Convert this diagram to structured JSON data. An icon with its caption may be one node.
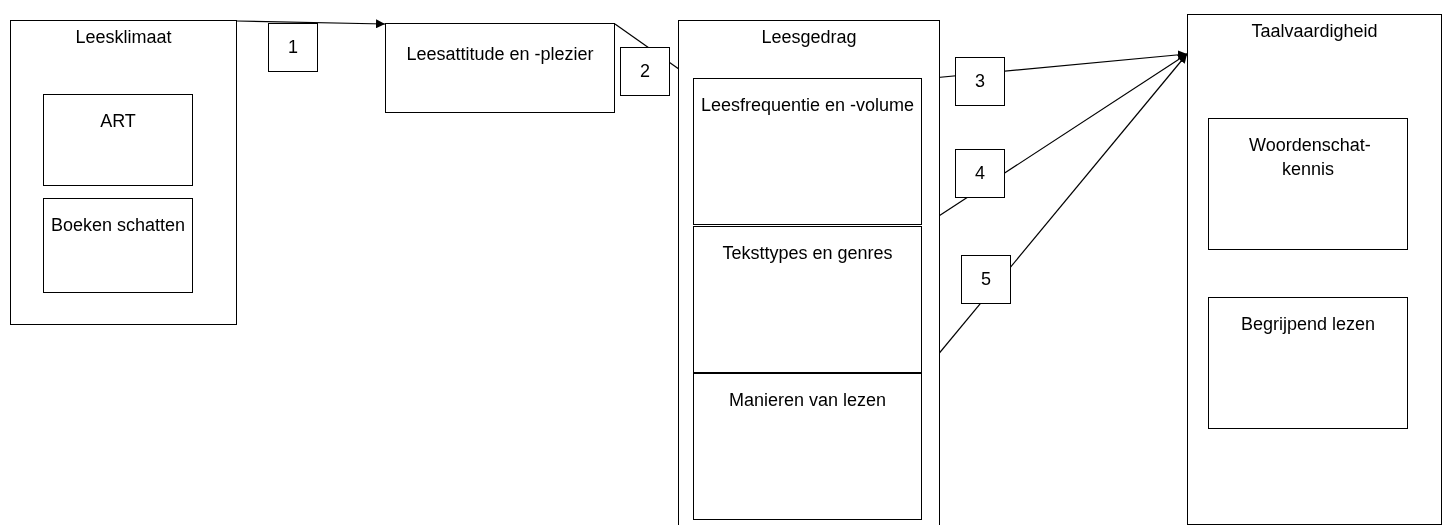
{
  "diagram": {
    "nodes": [
      {
        "text": [
          "Leesklimaat"
        ]
      },
      {
        "text": [
          "ART"
        ],
        "in": 0
      },
      {
        "text": [
          "Boeken schatten"
        ],
        "in": 0
      },
      {
        "text": [
          "Leesattitude en -plezier"
        ]
      },
      {
        "text": [
          "Leesgedrag"
        ]
      },
      {
        "text": [
          "Leesfrequentie en -volume"
        ],
        "in": 4
      },
      {
        "text": [
          "Teksttypes en genres"
        ],
        "in": 4
      },
      {
        "text": [
          "Manieren van lezen"
        ],
        "in": 4
      },
      {
        "text": [
          "Taalvaardigheid"
        ]
      },
      {
        "text": [
          "Woordenschat-kennis"
        ],
        "in": 8
      },
      {
        "text": [
          "Begrijpend lezen"
        ],
        "in": 8
      }
    ],
    "edges": [
      {
        "from": 0,
        "to": 3,
        "arrow": "to",
        "label": "1"
      },
      {
        "from": 3,
        "to": 5,
        "arrow": "to",
        "label": "2"
      },
      {
        "from": 5,
        "to": 8,
        "arrow": "to",
        "label": "3"
      },
      {
        "from": 6,
        "to": 8,
        "arrow": "to",
        "label": "4"
      },
      {
        "from": 7,
        "to": 8,
        "arrow": "to",
        "label": "5"
      }
    ]
  }
}
